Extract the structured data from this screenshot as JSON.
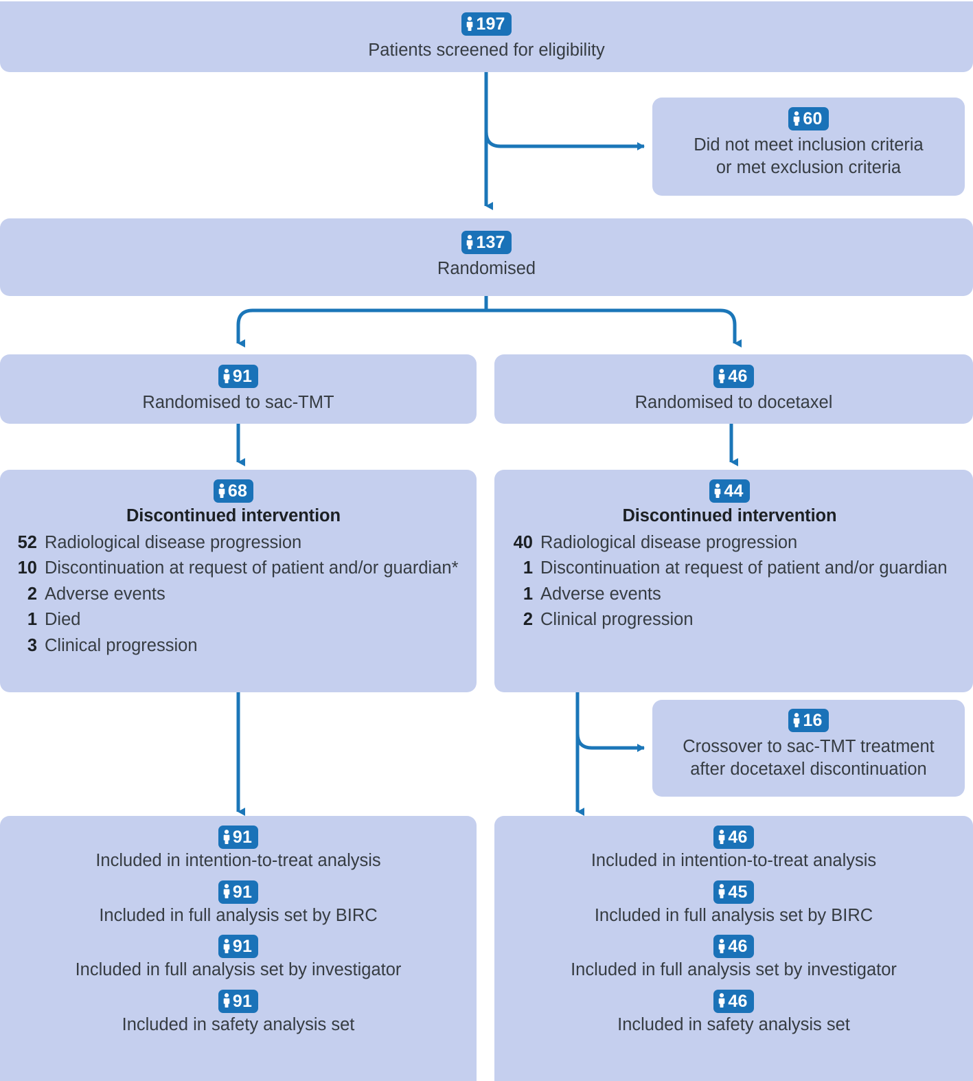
{
  "palette": {
    "box_fill": "#c5cfee",
    "badge_blue": "#1a72b8",
    "connector_blue": "#1b76b8",
    "text": "#363c42",
    "page_bg": "#ffffff"
  },
  "icon": {
    "person": "person-icon"
  },
  "nodes": {
    "screened": {
      "badge_count": "197",
      "label": "Patients screened for eligibility"
    },
    "excluded": {
      "badge_count": "60",
      "label": "Did not meet inclusion criteria\nor met exclusion criteria"
    },
    "randomised": {
      "badge_count": "137",
      "label": "Randomised"
    },
    "arm_sactmt": {
      "badge_count": "91",
      "label": "Randomised to sac-TMT"
    },
    "arm_docetaxel": {
      "badge_count": "46",
      "label": "Randomised to docetaxel"
    },
    "discontinued_sactmt": {
      "badge_count": "68",
      "title": "Discontinued intervention",
      "reasons": [
        {
          "n": "52",
          "text": "Radiological disease progression"
        },
        {
          "n": "10",
          "text": "Discontinuation at request of patient and/or guardian*"
        },
        {
          "n": "2",
          "text": "Adverse events"
        },
        {
          "n": "1",
          "text": "Died"
        },
        {
          "n": "3",
          "text": "Clinical progression"
        }
      ]
    },
    "discontinued_docetaxel": {
      "badge_count": "44",
      "title": "Discontinued intervention",
      "reasons": [
        {
          "n": "40",
          "text": "Radiological disease progression"
        },
        {
          "n": "1",
          "text": "Discontinuation at request of patient and/or guardian"
        },
        {
          "n": "1",
          "text": "Adverse events"
        },
        {
          "n": "2",
          "text": "Clinical progression"
        }
      ]
    },
    "crossover": {
      "badge_count": "16",
      "label": "Crossover to sac-TMT treatment\nafter docetaxel discontinuation"
    },
    "analysis_sactmt": {
      "rows": [
        {
          "badge_count": "91",
          "label": "Included in intention-to-treat analysis"
        },
        {
          "badge_count": "91",
          "label": "Included in full analysis set by BIRC"
        },
        {
          "badge_count": "91",
          "label": "Included in full analysis set by investigator"
        },
        {
          "badge_count": "91",
          "label": "Included in safety analysis set"
        }
      ]
    },
    "analysis_docetaxel": {
      "rows": [
        {
          "badge_count": "46",
          "label": "Included in intention-to-treat analysis"
        },
        {
          "badge_count": "45",
          "label": "Included in full analysis set by BIRC"
        },
        {
          "badge_count": "46",
          "label": "Included in full analysis set by investigator"
        },
        {
          "badge_count": "46",
          "label": "Included in safety analysis set"
        }
      ]
    }
  }
}
